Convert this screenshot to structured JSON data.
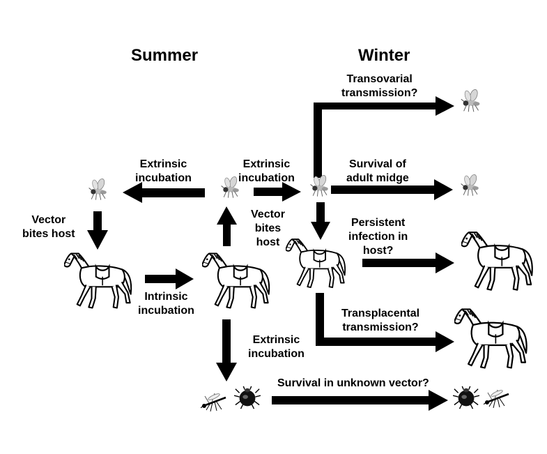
{
  "headings": {
    "summer": "Summer",
    "winter": "Winter"
  },
  "labels": {
    "transovarial": [
      "Transovarial",
      "transmission?"
    ],
    "extrinsic_left": [
      "Extrinsic",
      "incubation"
    ],
    "extrinsic_mid": [
      "Extrinsic",
      "incubation"
    ],
    "survival_adult": [
      "Survival of",
      "adult midge"
    ],
    "vector_bites_left": [
      "Vector",
      "bites host"
    ],
    "vector_bites_mid": [
      "Vector",
      "bites",
      "host"
    ],
    "persistent": [
      "Persistent",
      "infection in",
      "host?"
    ],
    "intrinsic": [
      "Intrinsic",
      "incubation"
    ],
    "transplacental": [
      "Transplacental",
      "transmission?"
    ],
    "extrinsic_bottom": [
      "Extrinsic",
      "incubation"
    ],
    "unknown_vector": "Survival in unknown vector?"
  },
  "colors": {
    "arrow": "#000000",
    "horse_body": "#ffffff",
    "midge_wing": "#d0d0d0"
  },
  "icons": {
    "midge": "midge-icon",
    "horse": "horse-icon",
    "mosquito": "mosquito-icon",
    "tick": "tick-icon"
  }
}
